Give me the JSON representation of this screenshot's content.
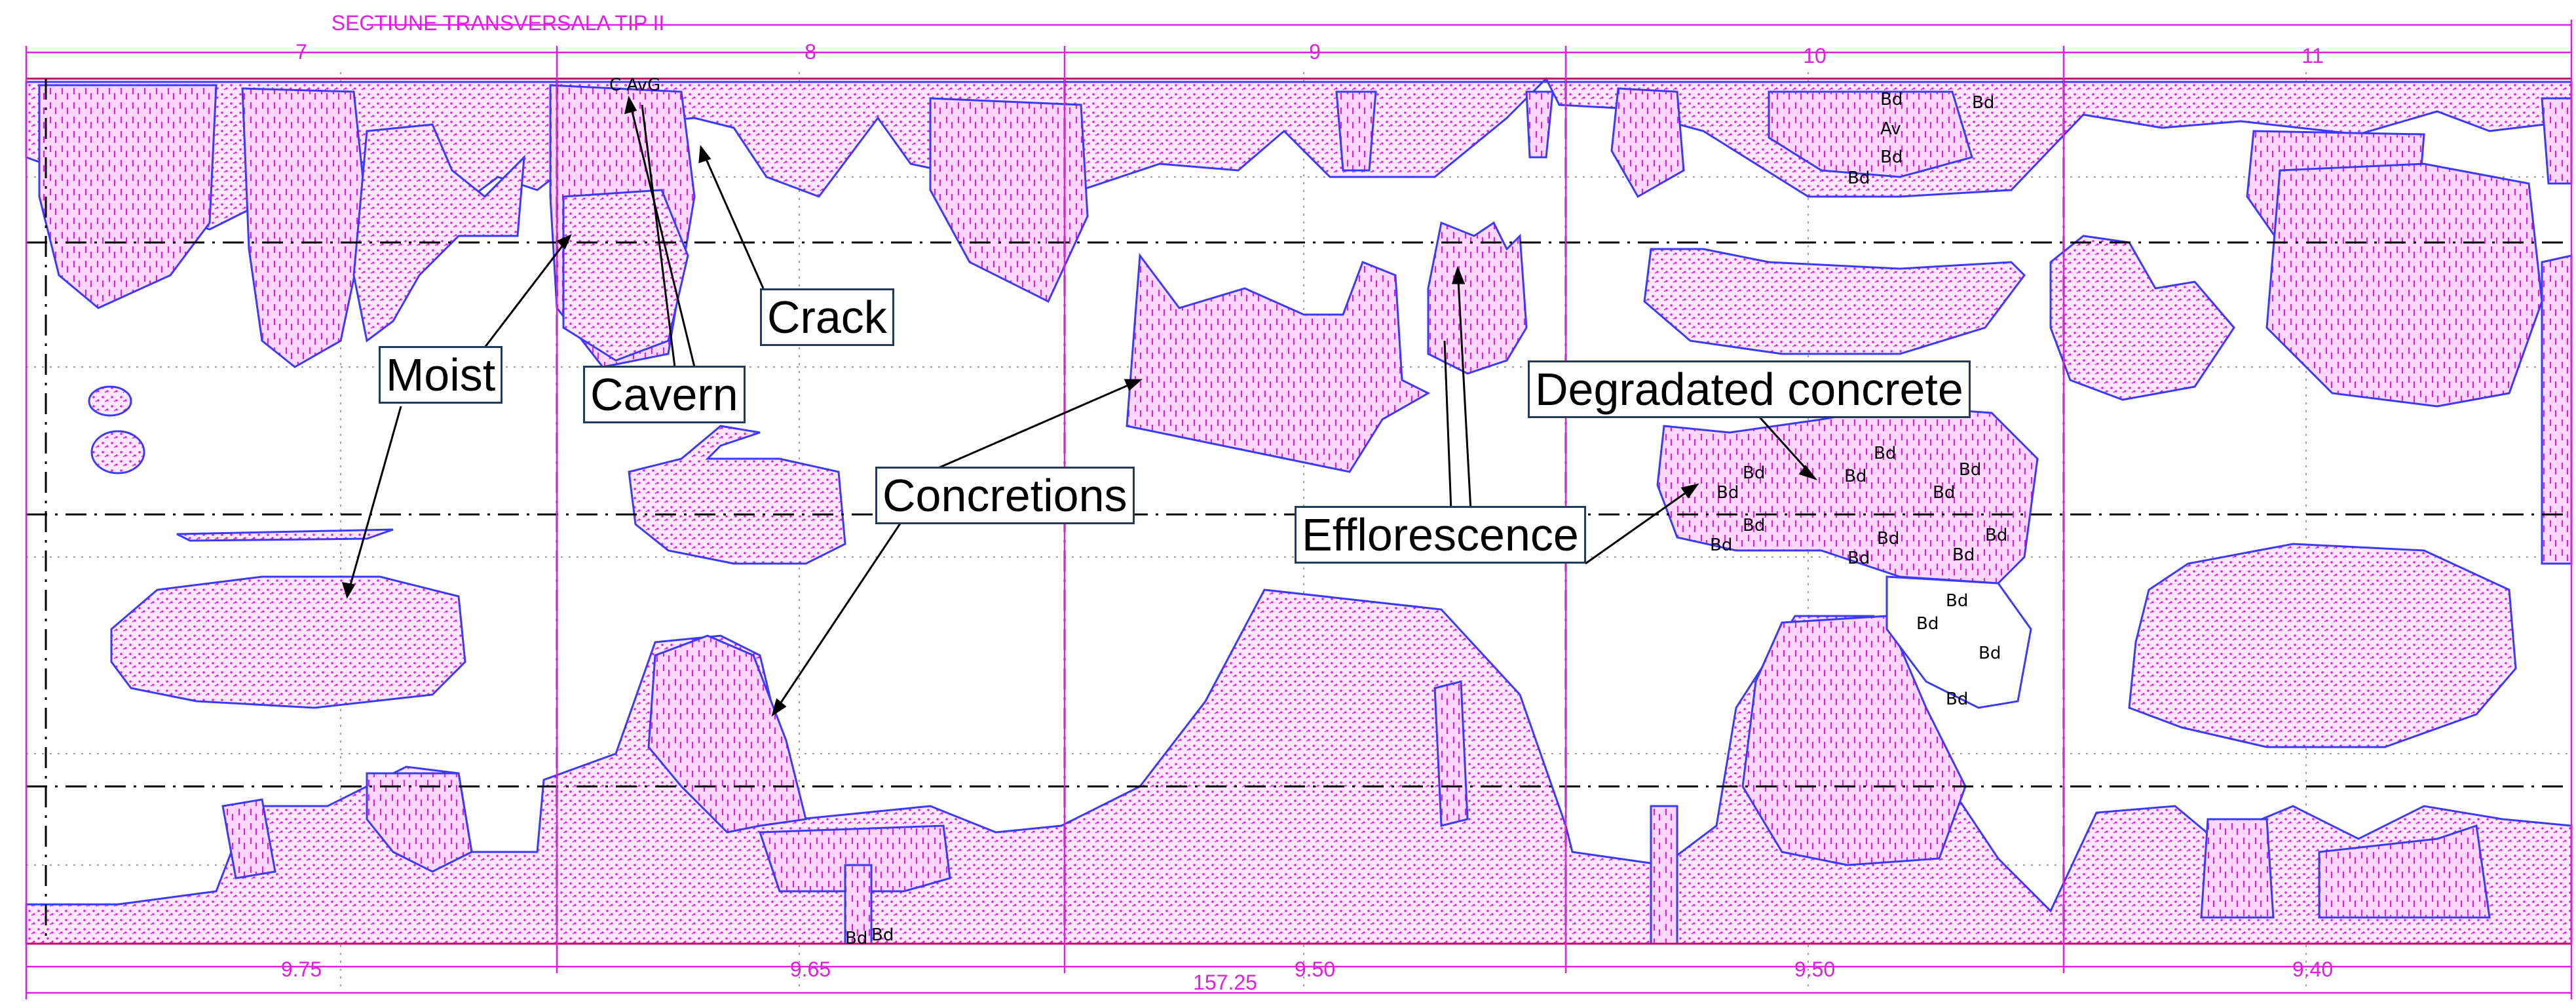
{
  "title": "SECTIUNE TRANSVERSALA TIP II",
  "sections": [
    "7",
    "8",
    "9",
    "10",
    "11"
  ],
  "lengths": [
    "9.75",
    "9.65",
    "9.50",
    "9.50",
    "9.40"
  ],
  "total_length": "157.25",
  "labels": {
    "moist": "Moist",
    "cavern": "Cavern",
    "crack": "Crack",
    "concretions": "Concretions",
    "efflorescence": "Efflorescence",
    "degradated_concrete": "Degradated concrete"
  },
  "marks": {
    "bd": "Bd",
    "av": "Av",
    "cavg": "C AvG"
  },
  "colors": {
    "hatch": "#e020e0",
    "outline": "#3a3aff",
    "grid": "#000000",
    "label_border": "#1f3b57"
  }
}
